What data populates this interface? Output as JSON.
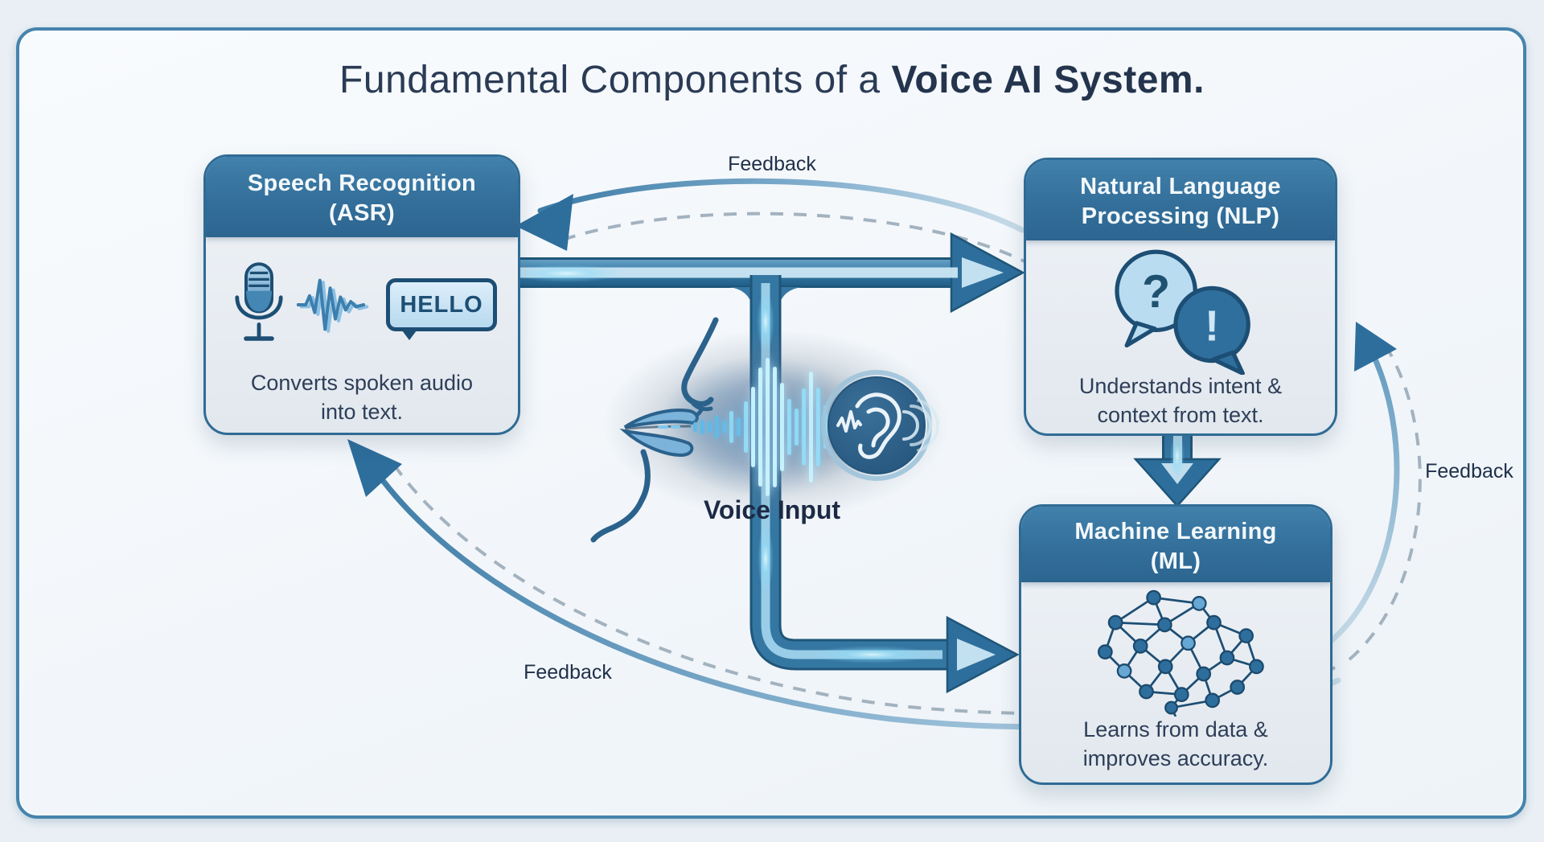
{
  "title": {
    "prefix": "Fundamental Components of a ",
    "emphasis": "Voice AI System",
    "suffix": "."
  },
  "nodes": {
    "asr": {
      "title": [
        "Speech Recognition",
        "(ASR)"
      ],
      "description": [
        "Converts spoken audio",
        "into text."
      ],
      "bubble_text": "HELLO",
      "icons": [
        "microphone-icon",
        "waveform-icon",
        "speech-bubble-hello-icon"
      ]
    },
    "nlp": {
      "title": [
        "Natural Language",
        "Processing (NLP)"
      ],
      "description": [
        "Understands intent &",
        "context from text."
      ],
      "icon_glyphs": {
        "question": "?",
        "exclamation": "!"
      },
      "icons": [
        "question-bubble-icon",
        "exclamation-bubble-icon"
      ]
    },
    "ml": {
      "title": [
        "Machine Learning",
        "(ML)"
      ],
      "description": [
        "Learns from data &",
        "improves accuracy."
      ],
      "icons": [
        "neural-network-brain-icon"
      ]
    }
  },
  "center": {
    "label": "Voice Input",
    "icons": [
      "speaking-mouth-icon",
      "glowing-soundwave-icon",
      "ear-listening-icon"
    ]
  },
  "feedback_labels": {
    "top": "Feedback",
    "right": "Feedback",
    "bottom": "Feedback"
  },
  "colors": {
    "header_blue": "#336f9a",
    "node_body": "#e9edf2",
    "node_border": "#2f6b94",
    "arrow_blue": "#2e6e9c",
    "arrow_core": "#cfe9f6",
    "arrow_outline": "#1f5679",
    "dashed_gray": "#a3b2bf",
    "title_navy": "#2b3b55",
    "frame_border": "#4584ad",
    "background": "#e9eff4",
    "glow_cyan": "#8fd9f6"
  }
}
